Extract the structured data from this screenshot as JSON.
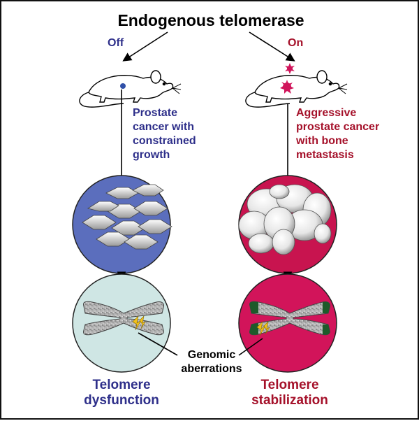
{
  "title": "Endogenous telomerase",
  "left": {
    "state": "Off",
    "outcome_lines": [
      "Prostate",
      "cancer with",
      "constrained",
      "growth"
    ],
    "telomere_lines": [
      "Telomere",
      "dysfunction"
    ]
  },
  "right": {
    "state": "On",
    "outcome_lines": [
      "Aggressive",
      "prostate cancer",
      "with bone",
      "metastasis"
    ],
    "telomere_lines": [
      "Telomere",
      "stabilization"
    ]
  },
  "center": {
    "label_lines": [
      "Genomic",
      "aberrations"
    ]
  },
  "colors": {
    "left_text": "#2e2f8a",
    "right_text": "#a5112a",
    "left_tumor_disc": "#5b6ebd",
    "right_tumor_disc": "#c8144f",
    "left_chromosome_disc": "#cfe6e4",
    "right_chromosome_disc": "#d2145a",
    "telomere_cap": "#1e5a2a",
    "break_mark": "#f2c21a",
    "tumor_dot_left": "#3050a8",
    "tumor_dot_right": "#d0145a"
  }
}
